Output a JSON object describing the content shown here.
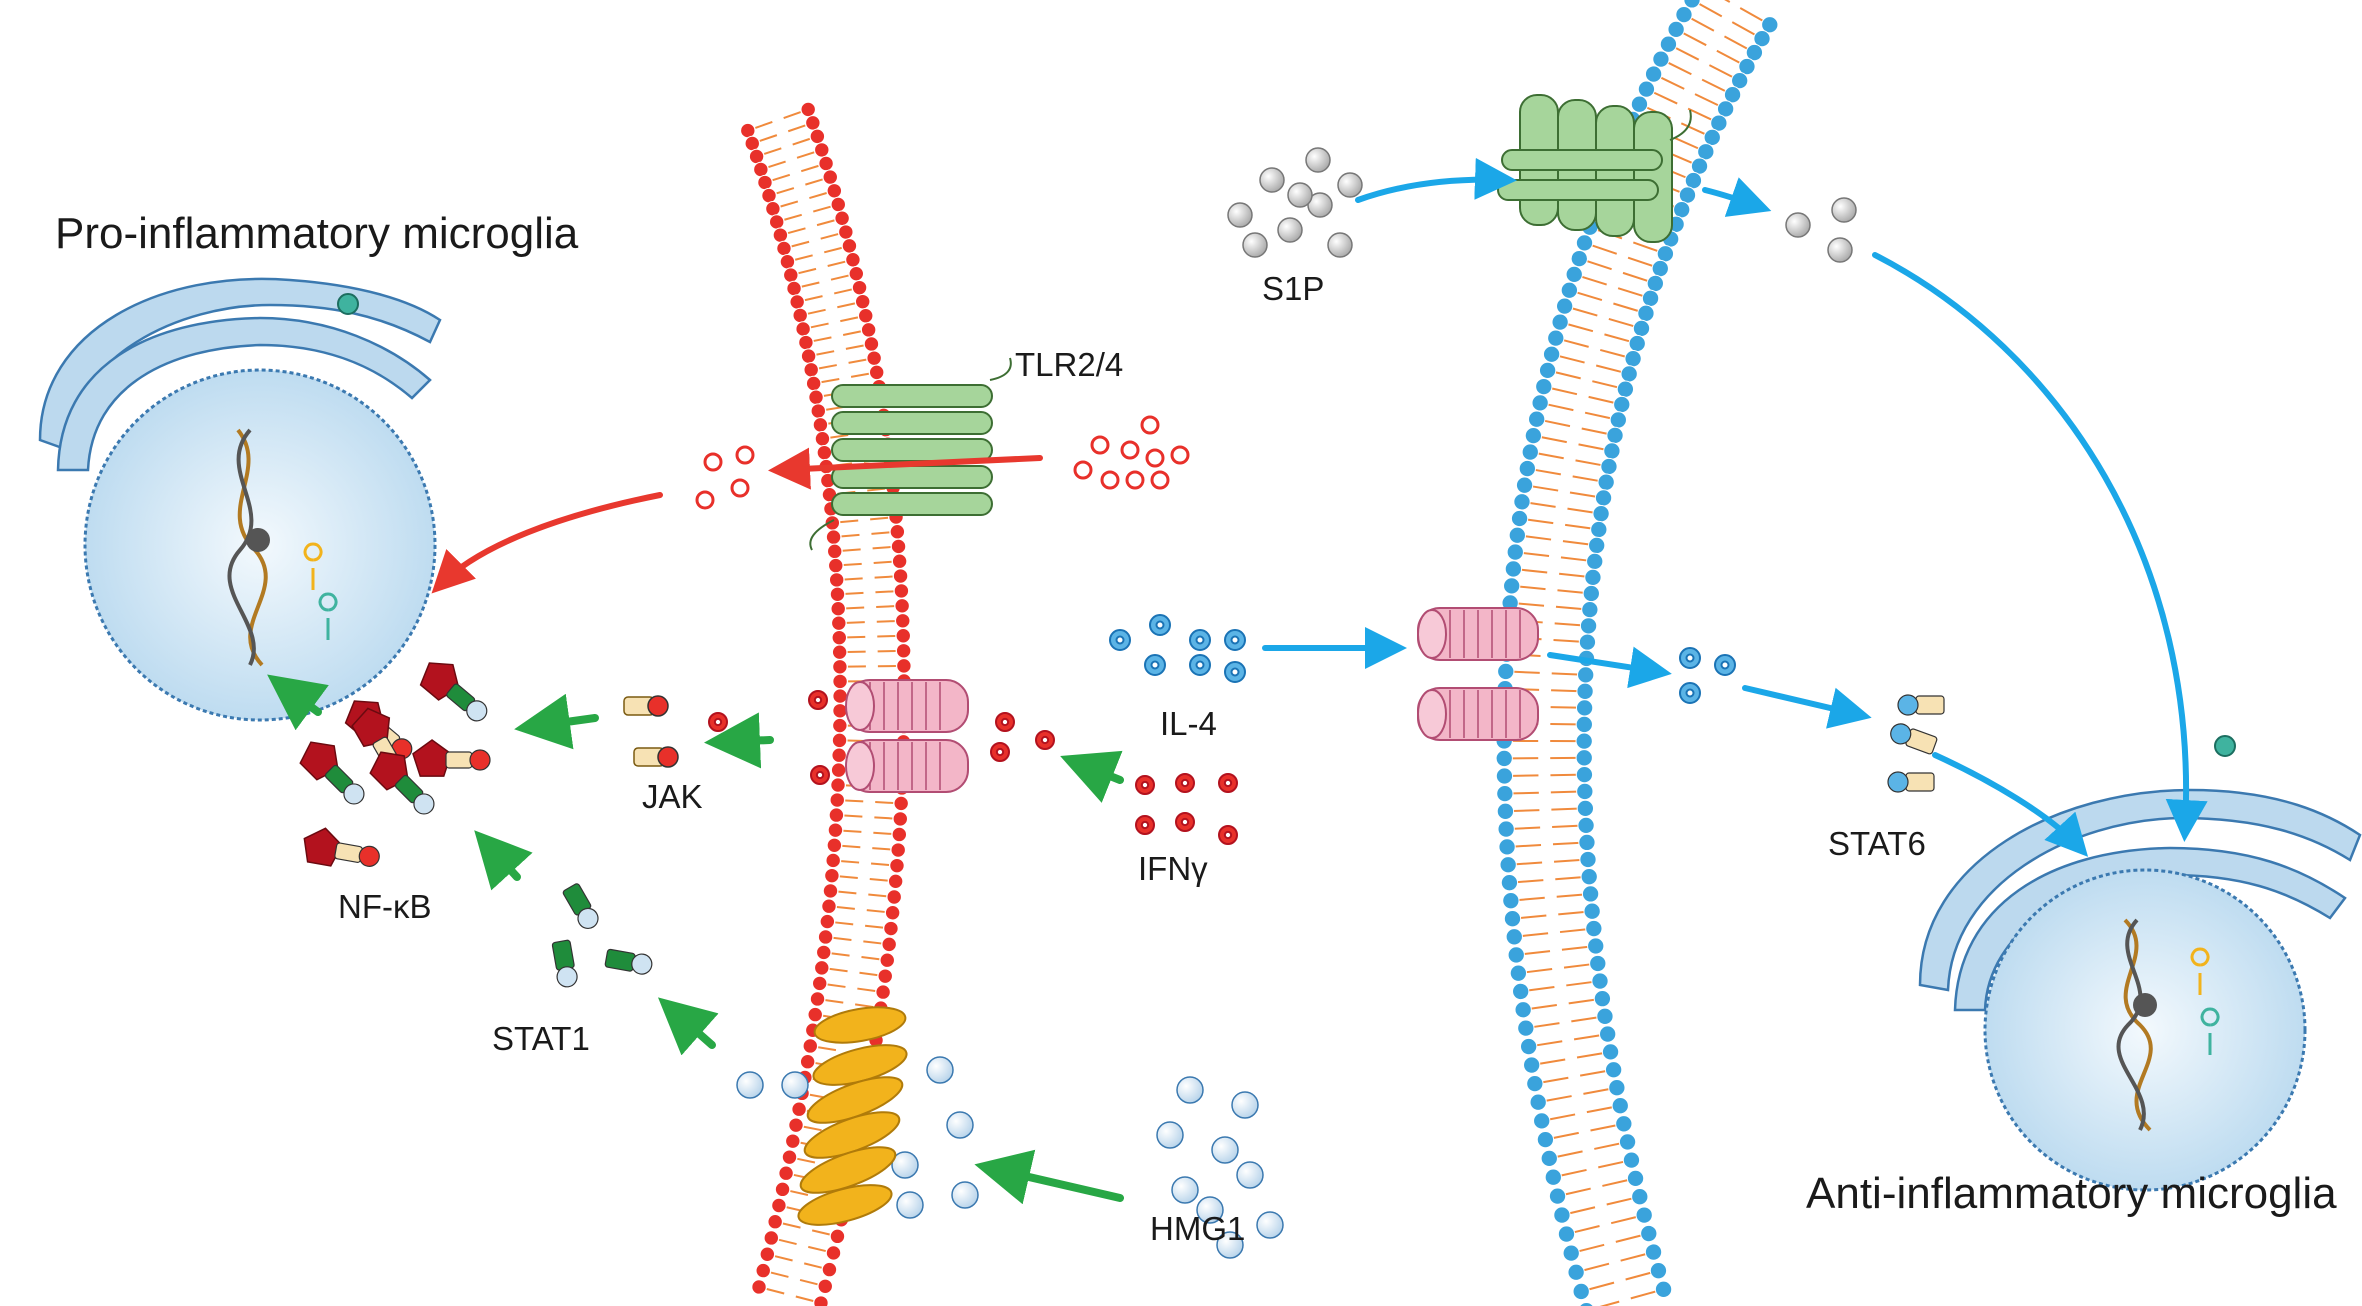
{
  "titles": {
    "pro": "Pro-inflammatory microglia",
    "anti": "Anti-inflammatory microglia"
  },
  "labels": {
    "tlr": "TLR2/4",
    "s1p": "S1P",
    "il4": "IL-4",
    "ifng": "IFNγ",
    "jak": "JAK",
    "nfkb": "NF-κB",
    "stat1": "STAT1",
    "stat6": "STAT6",
    "hmg1": "HMG1"
  },
  "colors": {
    "pro_pathway": "#28a745",
    "lps_pathway": "#e8382e",
    "anti_pathway": "#1ba7e8",
    "left_membrane_heads": "#e8302a",
    "right_membrane_heads": "#3aa3dc",
    "lipid_tails": "#f08a3c",
    "receptor_green": "#a6d59b",
    "receptor_pink": "#f3b6c8",
    "hmg_receptor": "#f2b31c",
    "nucleus_fill": "#d6ebf7",
    "er_fill": "#bcd9ee",
    "nfkb_red": "#b3121e",
    "stat1_green": "#1f8c3b"
  }
}
